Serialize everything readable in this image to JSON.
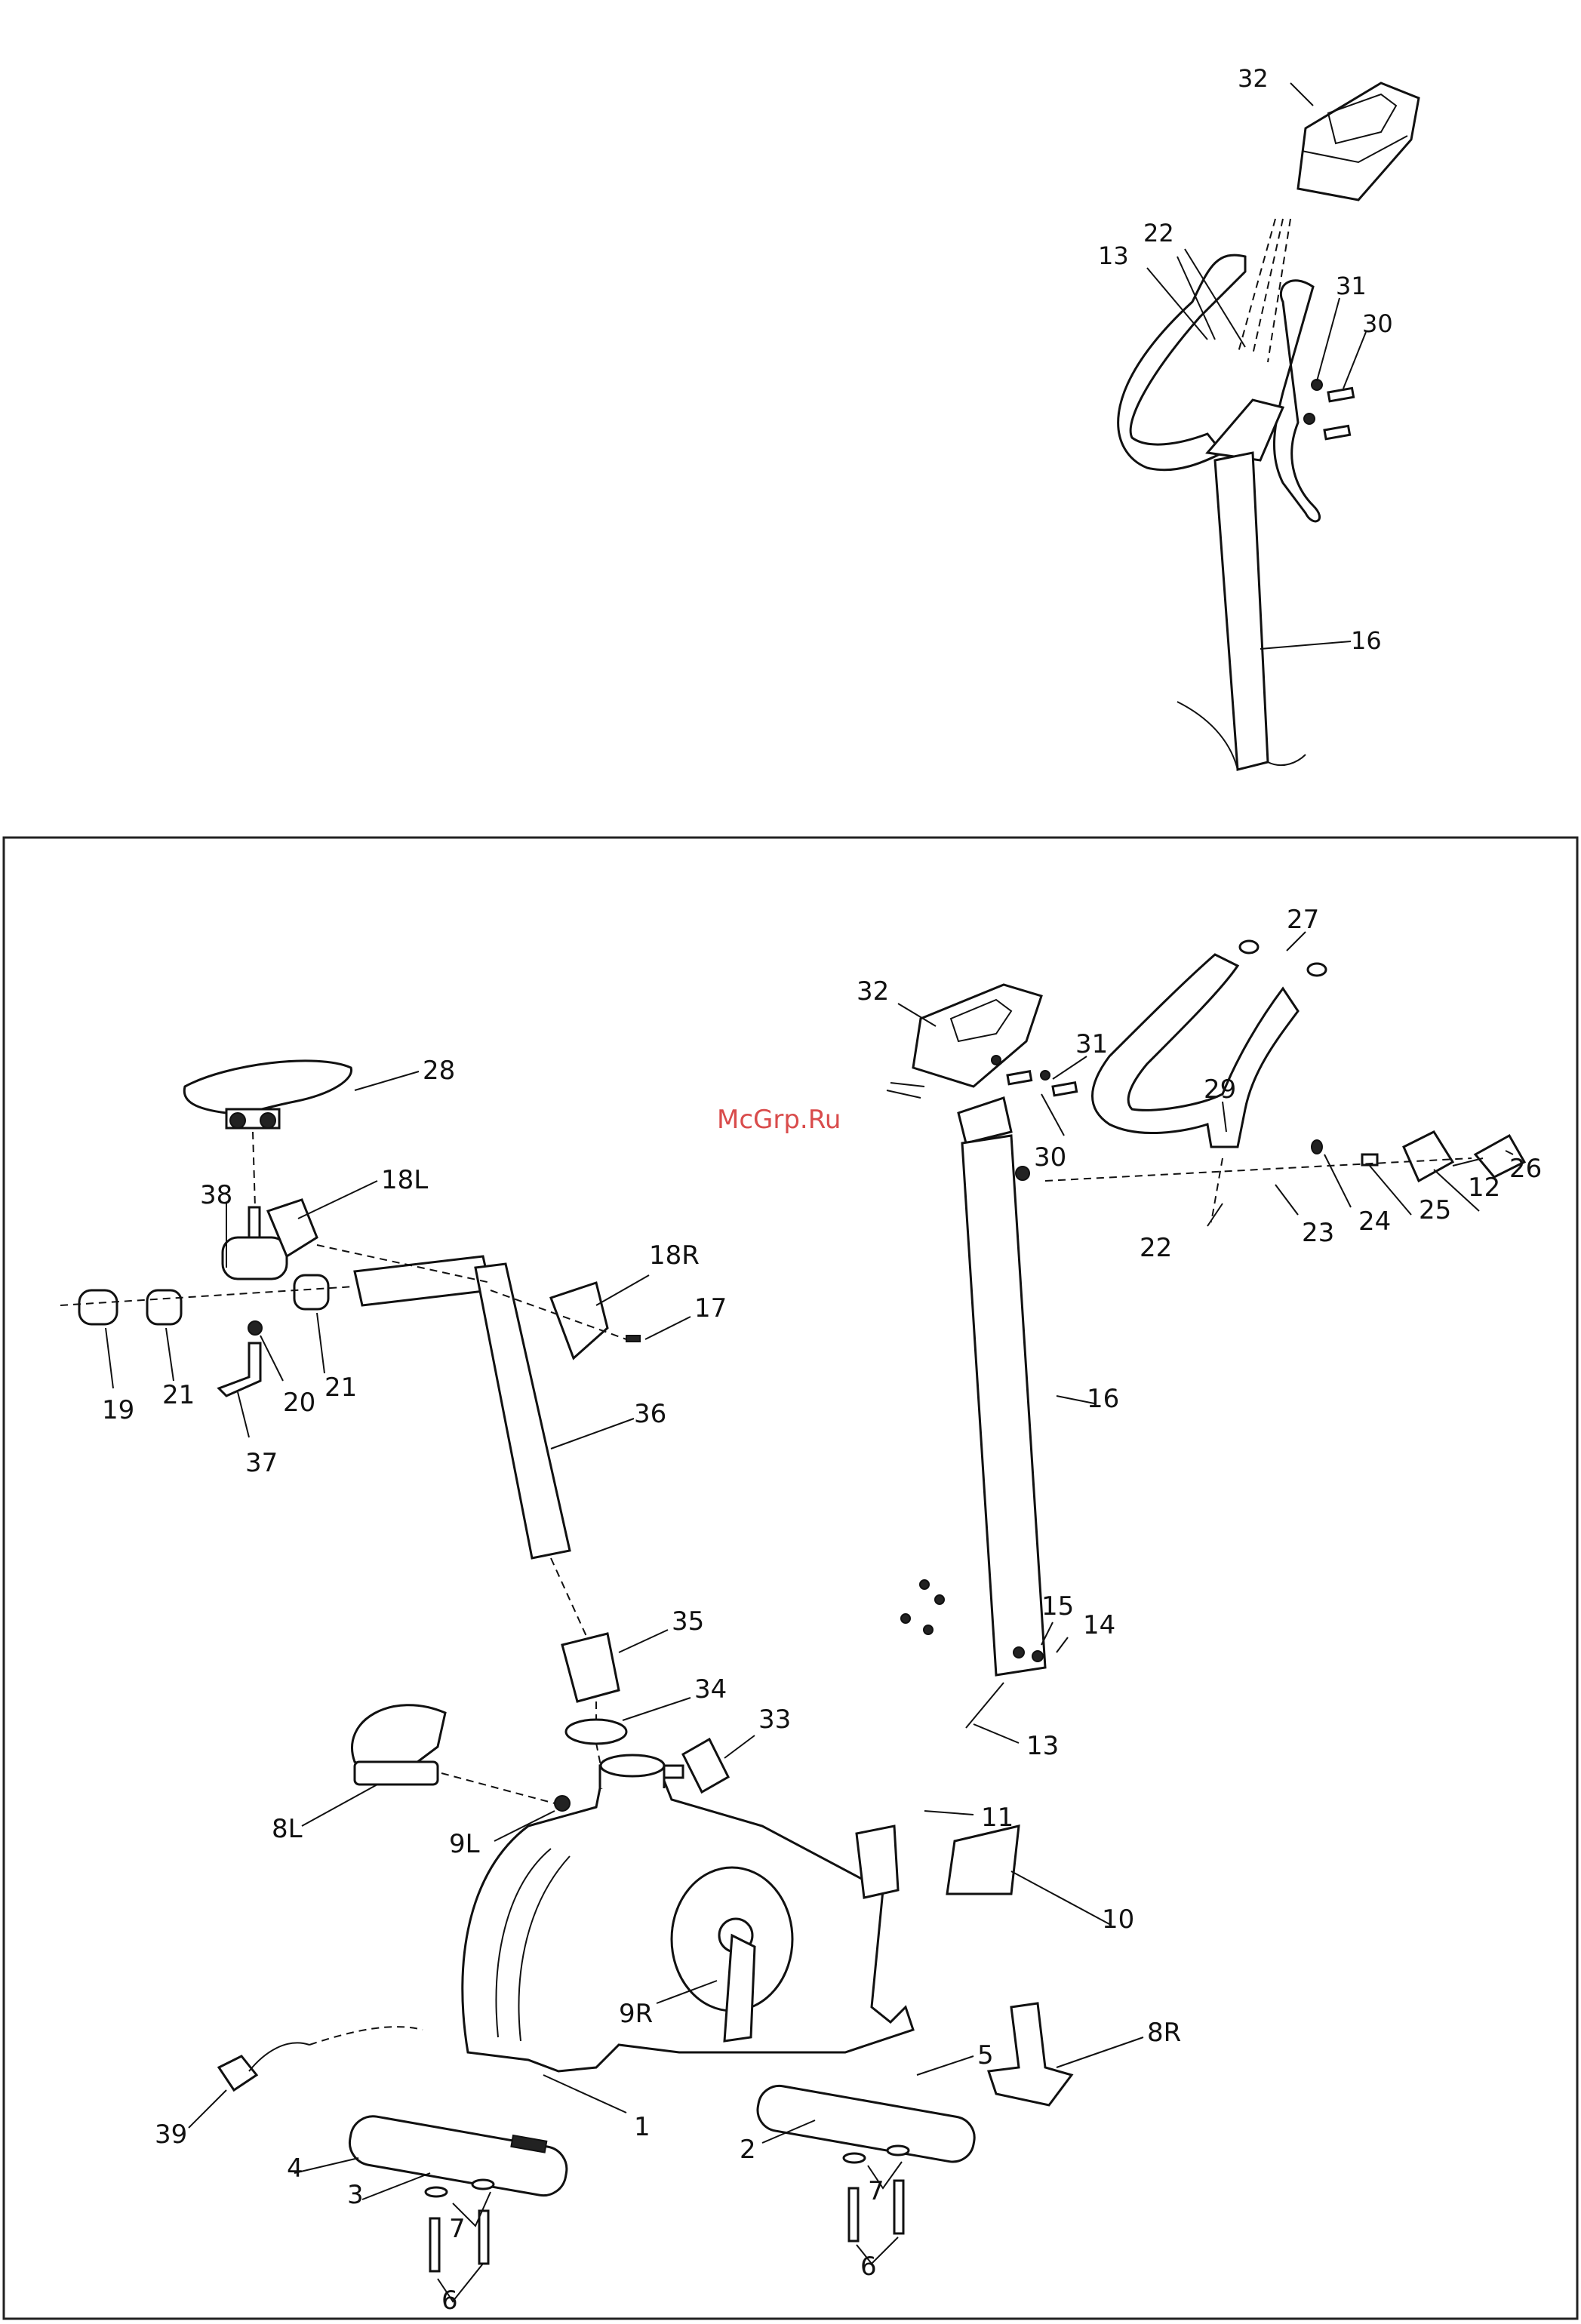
{
  "watermark": "McGrp.Ru",
  "sketch_labels": [
    "32",
    "22",
    "13",
    "31",
    "30",
    "16"
  ],
  "main_labels": {
    "l28": "28",
    "l18L": "18L",
    "l38": "38",
    "l18R": "18R",
    "l17": "17",
    "l19": "19",
    "l21a": "21",
    "l20": "20",
    "l21b": "21",
    "l37": "37",
    "l36": "36",
    "l35": "35",
    "l34": "34",
    "l33": "33",
    "l8L": "8L",
    "l9L": "9L",
    "l11": "11",
    "l10": "10",
    "l9R": "9R",
    "l39": "39",
    "l4": "4",
    "l3": "3",
    "l7a": "7",
    "l6a": "6",
    "l1": "1",
    "l2": "2",
    "l5": "5",
    "l7b": "7",
    "l6b": "6",
    "l8R": "8R",
    "l32": "32",
    "l31": "31",
    "l30": "30",
    "l29": "29",
    "l27": "27",
    "l22": "22",
    "l23": "23",
    "l24": "24",
    "l25": "25",
    "l12": "12",
    "l26": "26",
    "l16": "16",
    "l15": "15",
    "l14": "14",
    "l13": "13"
  }
}
